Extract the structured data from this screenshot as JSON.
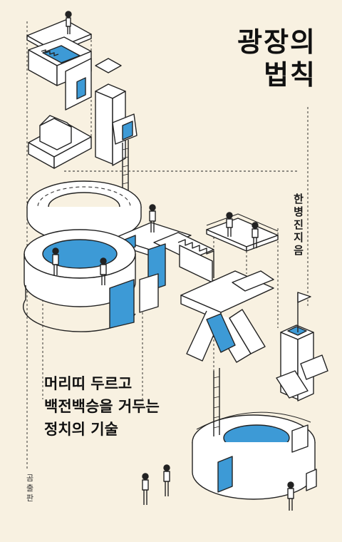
{
  "book": {
    "title_line1": "광장의",
    "title_line2": "법칙",
    "author": "한병진 지음",
    "subtitle_line1": "머리띠 두르고",
    "subtitle_line2": "백전백승을 거두는",
    "subtitle_line3": "정치의 기술",
    "publisher": "곰출판"
  },
  "colors": {
    "background": "#f8f1e1",
    "accent_blue": "#3d9ad6",
    "ink": "#111111"
  }
}
